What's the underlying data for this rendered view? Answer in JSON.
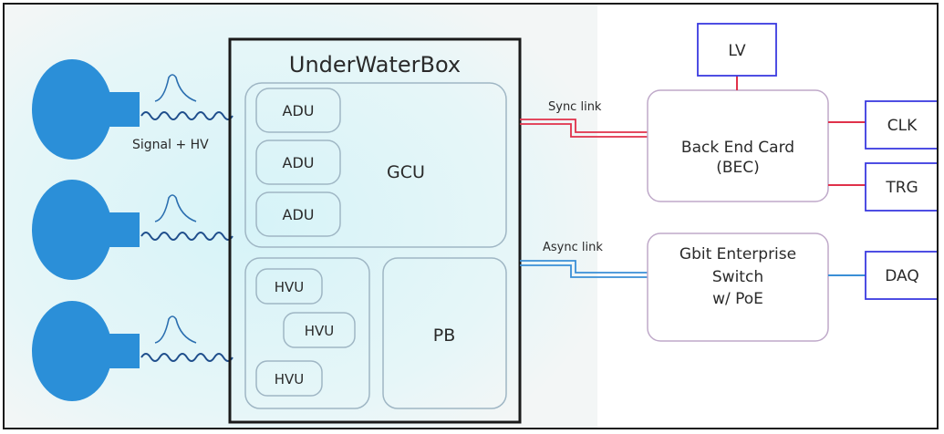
{
  "title": "UnderWaterBox",
  "gcu": {
    "label": "GCU",
    "adus": [
      "ADU",
      "ADU",
      "ADU"
    ]
  },
  "hvu": [
    "HVU",
    "HVU",
    "HVU"
  ],
  "pb": {
    "label": "PB"
  },
  "signal_label": "Signal + HV",
  "sync_link": "Sync link",
  "async_link": "Async link",
  "bec": {
    "line1": "Back End Card",
    "line2": "(BEC)"
  },
  "switch": {
    "line1": "Gbit Enterprise",
    "line2": "Switch",
    "line3": "w/ PoE"
  },
  "peripherals": {
    "lv": "LV",
    "clk": "CLK",
    "trg": "TRG",
    "daq": "DAQ"
  },
  "colors": {
    "pmt": "#2b8fd8",
    "sync": "#e0314a",
    "async": "#3a8fd6",
    "box_border": "#1a1a1a",
    "peripheral_border": "#3a3ae0",
    "bg_glow": "#c9eef5"
  }
}
